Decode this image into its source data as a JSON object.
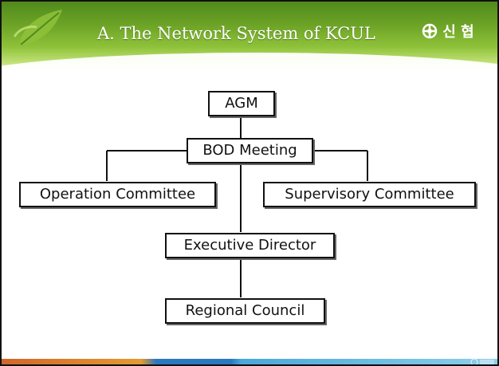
{
  "header": {
    "title": "A. The Network System of KCUL",
    "logo_text": "신 협"
  },
  "nodes": {
    "agm": "AGM",
    "bod": "BOD Meeting",
    "operation": "Operation Committee",
    "supervisory": "Supervisory Committee",
    "executive": "Executive Director",
    "regional": "Regional Council"
  },
  "colors": {
    "header_green": "#6ea527",
    "footer_orange": "#e49a31",
    "footer_blue": "#2a78bf"
  }
}
